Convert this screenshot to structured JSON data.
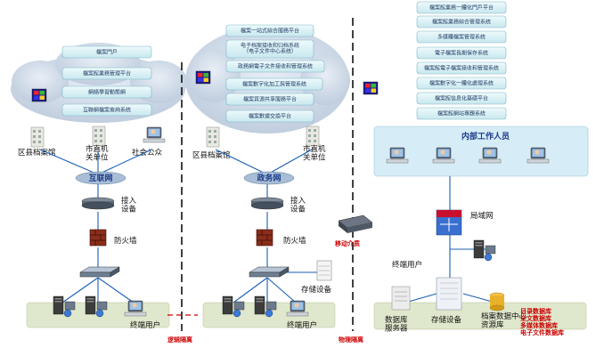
{
  "zones": {
    "left": {
      "platforms": [
        "檔案門戶",
        "檔案館業務管理平台",
        "網絡學習動態網",
        "互聯網檔案查詢系統"
      ],
      "sources": [
        "区县档案馆",
        "市直机\n关单位",
        "社会公众"
      ],
      "network": "互联网",
      "access": "接入\n设备",
      "firewall": "防火墙",
      "users": "终端用户"
    },
    "middle": {
      "platforms": [
        "檔案一站式綜合服務平台",
        "电子档案接收和归档系统\n（电子文件中心系统）",
        "政務網電子文件接收和管理系統",
        "檔案數字化加工與管理系統",
        "檔案資源共享服務平台",
        "檔案數據交換平台"
      ],
      "sources": [
        "区县档案馆",
        "市直机\n关单位"
      ],
      "network": "政务网",
      "access": "接入\n设备",
      "firewall": "防火墙",
      "storage": "存储设备",
      "users": "终端用户"
    },
    "right": {
      "platforms": [
        "檔案館業務一體化門戶平台",
        "檔案館業務綜合管理系統",
        "多媒體檔案管理系統",
        "電子檔案長期保存系統",
        "檔案館電子檔案接收和管理系統",
        "檔案數字化一體化處理系統",
        "檔案館信息化基礎平台",
        "檔案館網站專題系統"
      ],
      "staff": "内部工作人员",
      "lan": "局域网",
      "users": "终端用户",
      "db_server": "数据库\n服务器",
      "storage": "存储设备",
      "data_center": "档案数据中心\n资源库",
      "databases": [
        "目录数据库",
        "全文数据库",
        "多媒体数据库",
        "电子文件数据库"
      ]
    }
  },
  "isolation": {
    "logical": "逻辑隔离",
    "physical": "物理隔离",
    "mobile_media": "移动介质"
  },
  "colors": {
    "box_fill": "#d6f0f4",
    "box_stroke": "#7ab8c8",
    "cloud": "#c9d7e6",
    "ground": "#dfe7cc",
    "accent_red": "#cc0000"
  }
}
